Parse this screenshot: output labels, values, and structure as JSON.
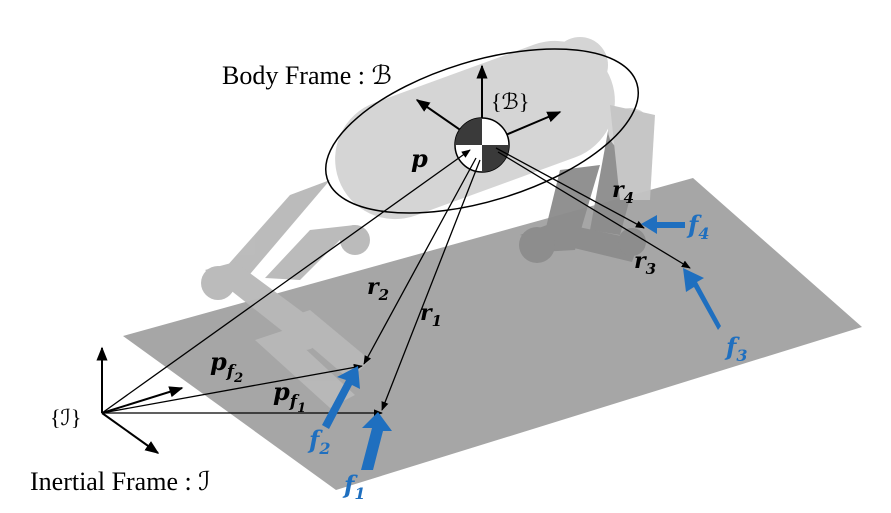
{
  "frames": {
    "body_label": "Body Frame : ℬ",
    "body_symbol": "{ℬ}",
    "inertial_label": "Inertial Frame : ℐ",
    "inertial_symbol": "{ℐ}"
  },
  "vectors": {
    "p": "p",
    "r1": "r",
    "r1_sub": "1",
    "r2": "r",
    "r2_sub": "2",
    "r3": "r",
    "r3_sub": "3",
    "r4": "r",
    "r4_sub": "4",
    "pf1": "p",
    "pf1_sub": "f",
    "pf1_subsub": "1",
    "pf2": "p",
    "pf2_sub": "f",
    "pf2_subsub": "2"
  },
  "forces": {
    "f1": "f",
    "f1_sub": "1",
    "f2": "f",
    "f2_sub": "2",
    "f3": "f",
    "f3_sub": "3",
    "f4": "f",
    "f4_sub": "4"
  },
  "colors": {
    "force": "#1f6fbf",
    "ground": "#a6a6a6",
    "robot": "#d3d3d3",
    "robot_dark": "#8c8c8c",
    "line": "#000000"
  }
}
